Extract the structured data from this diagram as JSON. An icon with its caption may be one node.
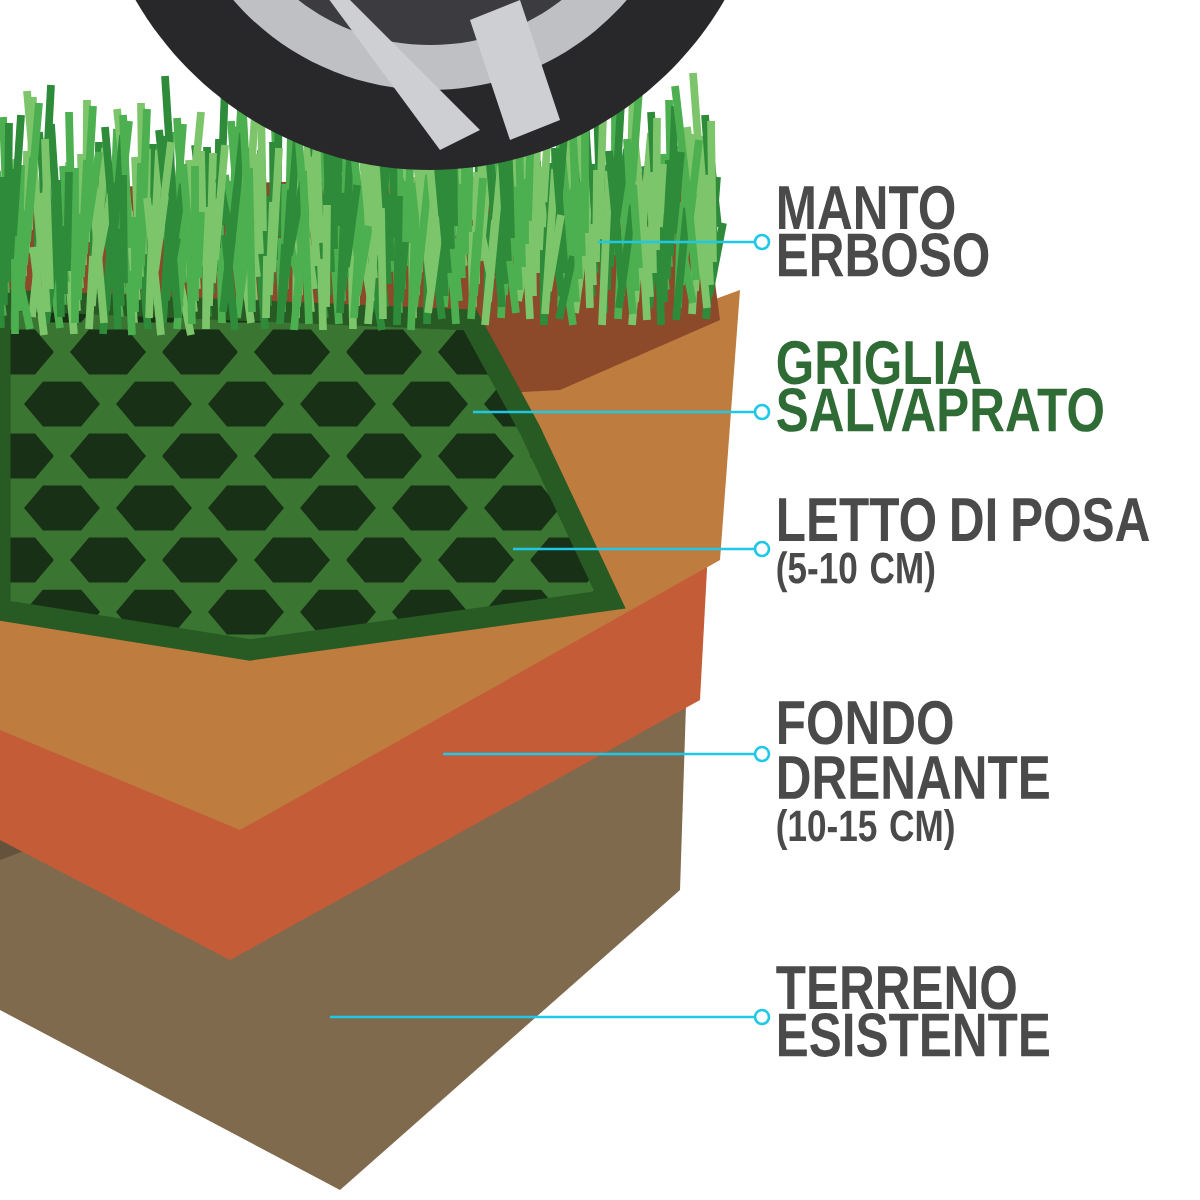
{
  "diagram": {
    "nodes": [
      {
        "text": [
          "MANTO ERBOSO"
        ]
      },
      {
        "text": [
          "GRIGLIA SALVAPRATO"
        ]
      },
      {
        "text": [
          "LETTO DI POSA",
          "(5-10 CM)"
        ]
      },
      {
        "text": [
          "FONDO DRENANTE",
          "(10-15 CM)"
        ]
      },
      {
        "text": [
          "TERRENO ESISTENTE"
        ]
      }
    ],
    "edges": [
      {
        "from": 0,
        "to": null,
        "arrow": "other"
      },
      {
        "from": 1,
        "to": null,
        "arrow": "other"
      },
      {
        "from": 2,
        "to": null,
        "arrow": "other"
      },
      {
        "from": 3,
        "to": null,
        "arrow": "other"
      },
      {
        "from": 4,
        "to": null,
        "arrow": "other"
      }
    ]
  }
}
